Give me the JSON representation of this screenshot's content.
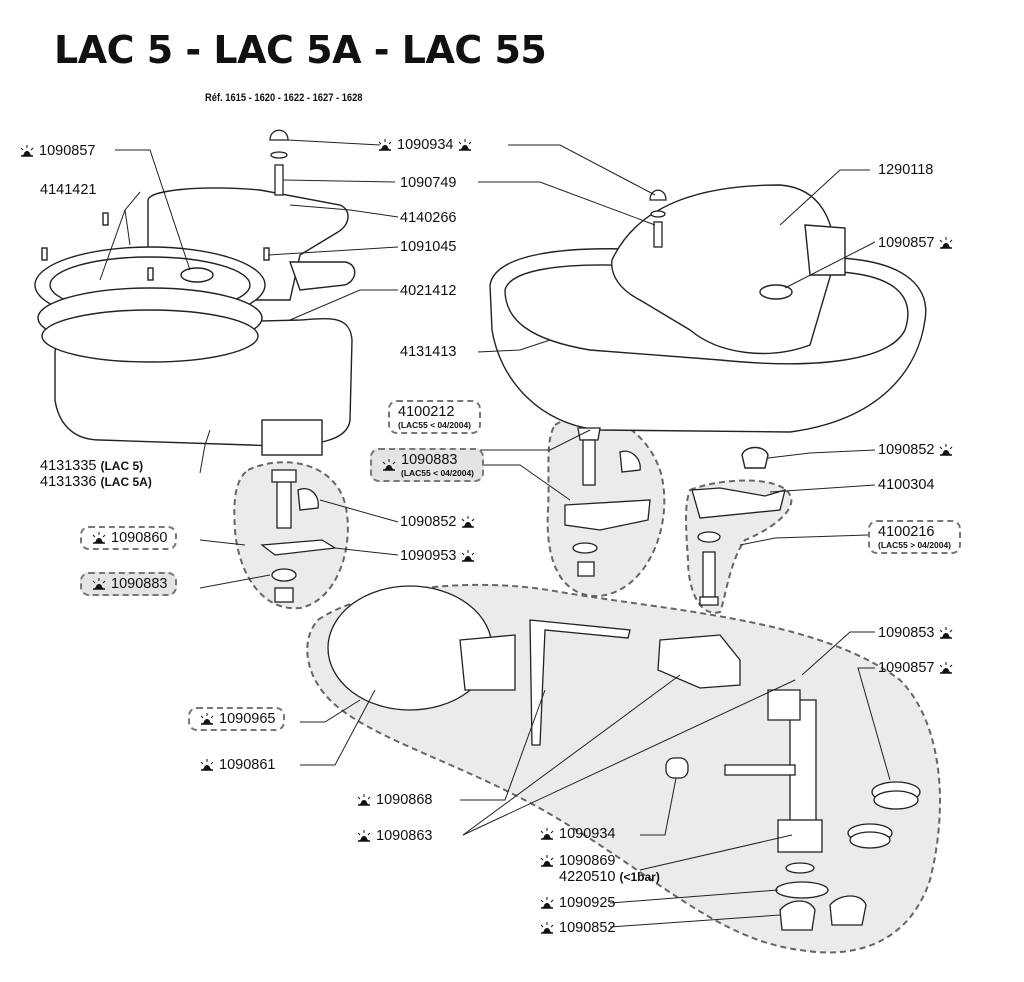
{
  "title": "LAC 5 - LAC 5A - LAC 55",
  "reference": "Réf. 1615 - 1620 - 1622 - 1627 - 1628",
  "labels": [
    {
      "text": "1090857",
      "icon": "bulb-icon"
    },
    {
      "text": "4141421"
    },
    {
      "text": "1090934",
      "icon": "bulb-icon"
    },
    {
      "text": "1090749"
    },
    {
      "text": "4140266"
    },
    {
      "text": "1091045"
    },
    {
      "text": "4021412"
    },
    {
      "text": "4131413"
    },
    {
      "text": "1290118"
    },
    {
      "text": "1090857",
      "icon": "bulb-icon"
    },
    {
      "text": "4131335",
      "note": "(LAC 5)"
    },
    {
      "text": "4131336",
      "note": "(LAC 5A)"
    },
    {
      "text": "4100212",
      "note": "(LAC55 < 04/2004)"
    },
    {
      "text": "1090883",
      "note": "(LAC55 < 04/2004)",
      "icon": "bulb-icon"
    },
    {
      "text": "1090852",
      "icon": "bulb-icon"
    },
    {
      "text": "4100304"
    },
    {
      "text": "4100216",
      "note": "(LAC55 > 04/2004)"
    },
    {
      "text": "1090852",
      "icon": "bulb-icon"
    },
    {
      "text": "1090953",
      "icon": "bulb-icon"
    },
    {
      "text": "1090860",
      "icon": "bulb-icon"
    },
    {
      "text": "1090883",
      "icon": "bulb-icon"
    },
    {
      "text": "1090853",
      "icon": "bulb-icon"
    },
    {
      "text": "1090857",
      "icon": "bulb-icon"
    },
    {
      "text": "1090965",
      "icon": "bulb-icon"
    },
    {
      "text": "1090861",
      "icon": "bulb-icon"
    },
    {
      "text": "1090868",
      "icon": "bulb-icon"
    },
    {
      "text": "1090863",
      "icon": "bulb-icon"
    },
    {
      "text": "1090934",
      "icon": "bulb-icon"
    },
    {
      "text": "1090869",
      "icon": "bulb-icon"
    },
    {
      "text": "4220510",
      "note": "(<1bar)"
    },
    {
      "text": "1090925",
      "icon": "bulb-icon"
    },
    {
      "text": "1090852",
      "icon": "bulb-icon"
    }
  ]
}
